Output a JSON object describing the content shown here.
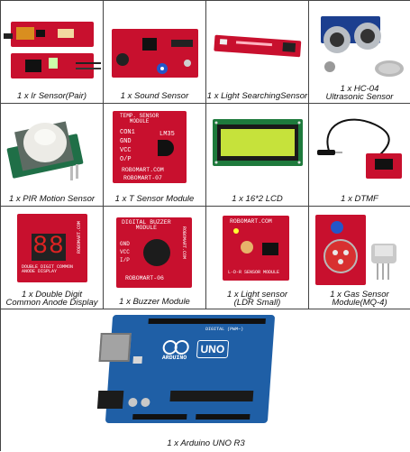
{
  "products": [
    {
      "id": "ir",
      "caption": "1 x Ir Sensor(Pair)"
    },
    {
      "id": "sound",
      "caption": "1 x Sound Sensor"
    },
    {
      "id": "light-search",
      "caption": "1 x Light SearchingSensor"
    },
    {
      "id": "hc04",
      "caption": "1 x HC-04\nUltrasonic Sensor"
    },
    {
      "id": "pir",
      "caption": "1 x PIR Motion Sensor"
    },
    {
      "id": "temp",
      "caption": "1 x T Sensor Module"
    },
    {
      "id": "lcd",
      "caption": "1 x 16*2 LCD"
    },
    {
      "id": "dtmf",
      "caption": "1 x DTMF"
    },
    {
      "id": "double-digit",
      "caption": "1 x Double Digit\nCommon Anode Display"
    },
    {
      "id": "buzzer",
      "caption": "1 x Buzzer Module"
    },
    {
      "id": "ldr",
      "caption": "1 x Light sensor\n(LDR Small)"
    },
    {
      "id": "gas",
      "caption": "1 x Gas Sensor\nModule(MQ-4)"
    },
    {
      "id": "arduino",
      "caption": "1 x Arduino UNO R3"
    }
  ],
  "board_text": {
    "temp_title": "TEMP. SENSOR\nMODULE",
    "temp_pins": [
      "CON1",
      "GND",
      "VCC",
      "O/P"
    ],
    "temp_chip": "LM35",
    "temp_brand": "ROBOMART.COM",
    "temp_model": "ROBOMART-07",
    "buzzer_title": "DIGITAL BUZZER\nMODULE",
    "buzzer_pins": [
      "GND",
      "VCC",
      "I/P"
    ],
    "buzzer_model": "ROBOMART-06",
    "brand_vertical": "ROBOMART.COM",
    "ldr_brand": "ROBOMART.COM",
    "ldr_sub": "L-D-R SENSOR MODULE",
    "double_digit_sub": "DOUBLE DIGIT COMMON\nANODE DISPLAY",
    "seg_digits": "88",
    "arduino_logo": "ARDUINO",
    "arduino_model": "UNO",
    "arduino_digital": "DIGITAL (PWM~)"
  }
}
